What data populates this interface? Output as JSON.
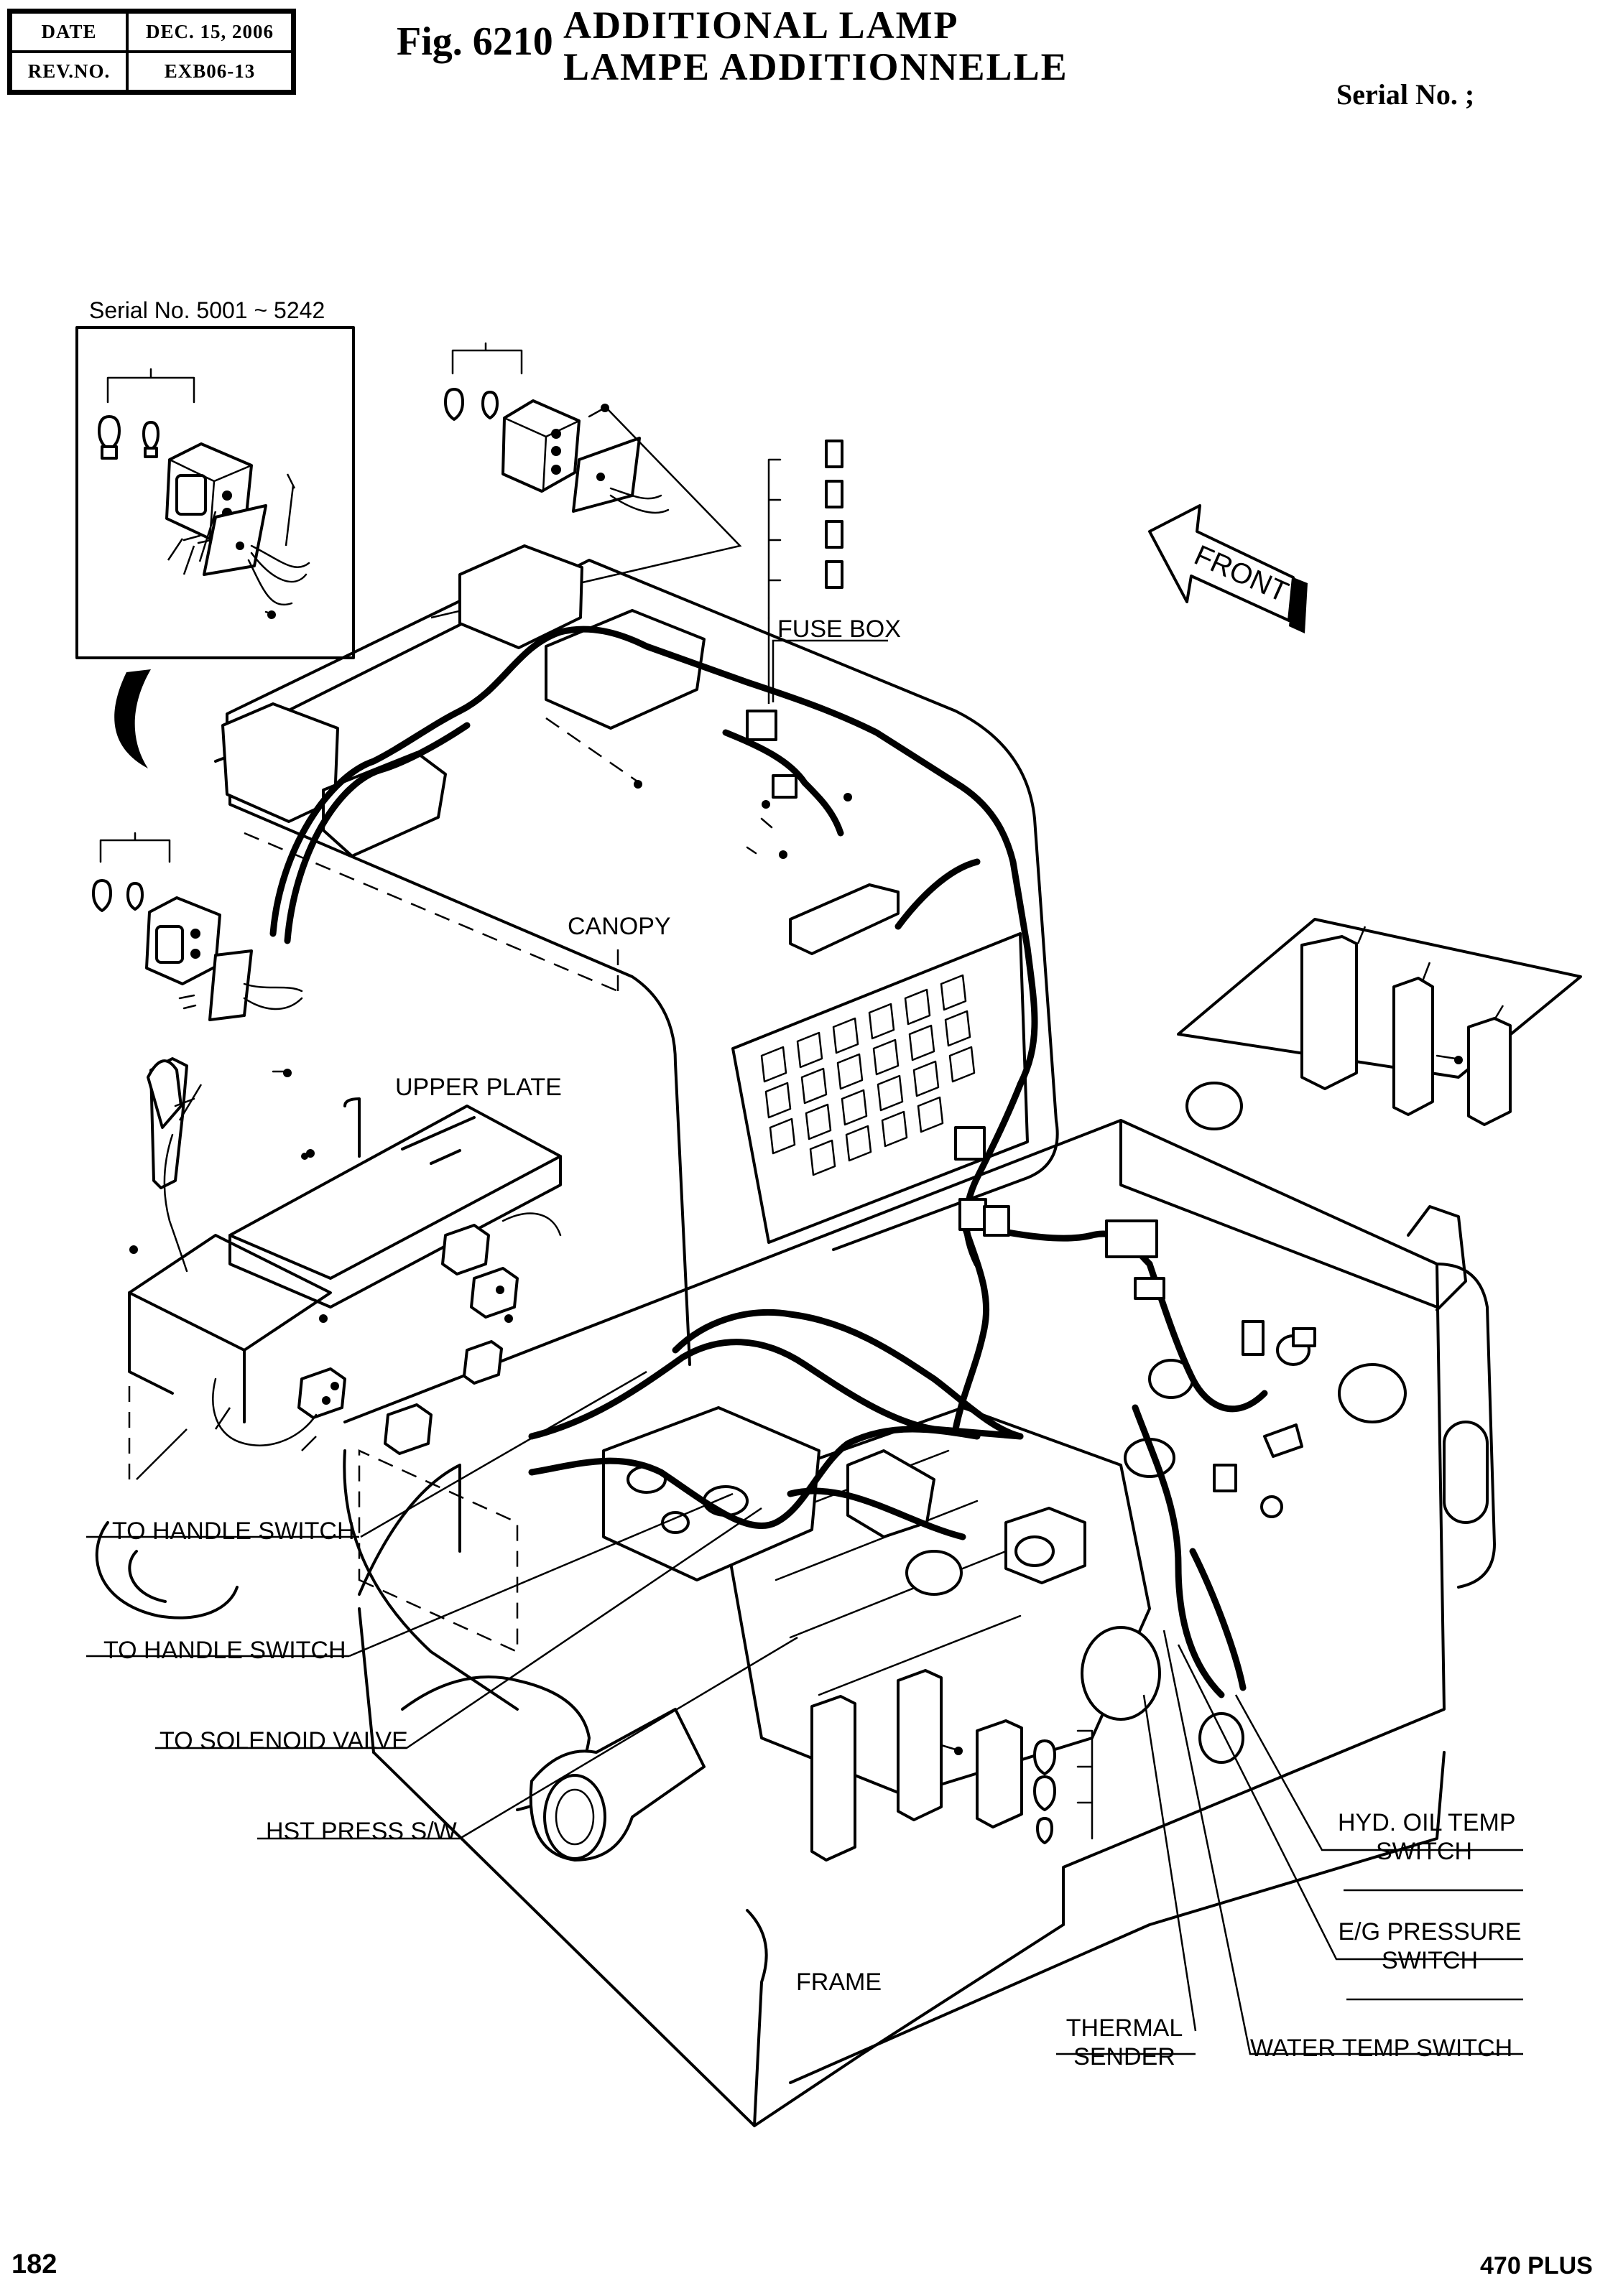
{
  "header": {
    "date_label": "DATE",
    "date_value": "DEC. 15, 2006",
    "rev_label": "REV.NO.",
    "rev_value": "EXB06-13",
    "figure_number": "Fig. 6210",
    "title_en": "ADDITIONAL  LAMP",
    "title_fr": "LAMPE  ADDITIONNELLE",
    "serial_label": "Serial No. ;"
  },
  "inset": {
    "serial_range": "Serial No. 5001 ~ 5242"
  },
  "direction_arrow": {
    "label": "FRONT"
  },
  "callouts": {
    "fuse_box": "FUSE BOX",
    "canopy": "CANOPY",
    "upper_plate": "UPPER PLATE",
    "to_handle_switch_1": "TO HANDLE SWITCH",
    "to_handle_switch_2": "TO HANDLE SWITCH",
    "to_solenoid_valve": "TO SOLENOID VALVE",
    "hst_press_sw": "HST PRESS S/W",
    "hyd_oil_temp_line1": "HYD. OIL TEMP",
    "hyd_oil_temp_line2": "SWITCH",
    "eg_pressure_line1": "E/G PRESSURE",
    "eg_pressure_line2": "SWITCH",
    "frame": "FRAME",
    "thermal_sender_line1": "THERMAL",
    "thermal_sender_line2": "SENDER",
    "water_temp_switch": "WATER TEMP SWITCH"
  },
  "footer": {
    "page_number": "182",
    "model": "470 PLUS"
  }
}
